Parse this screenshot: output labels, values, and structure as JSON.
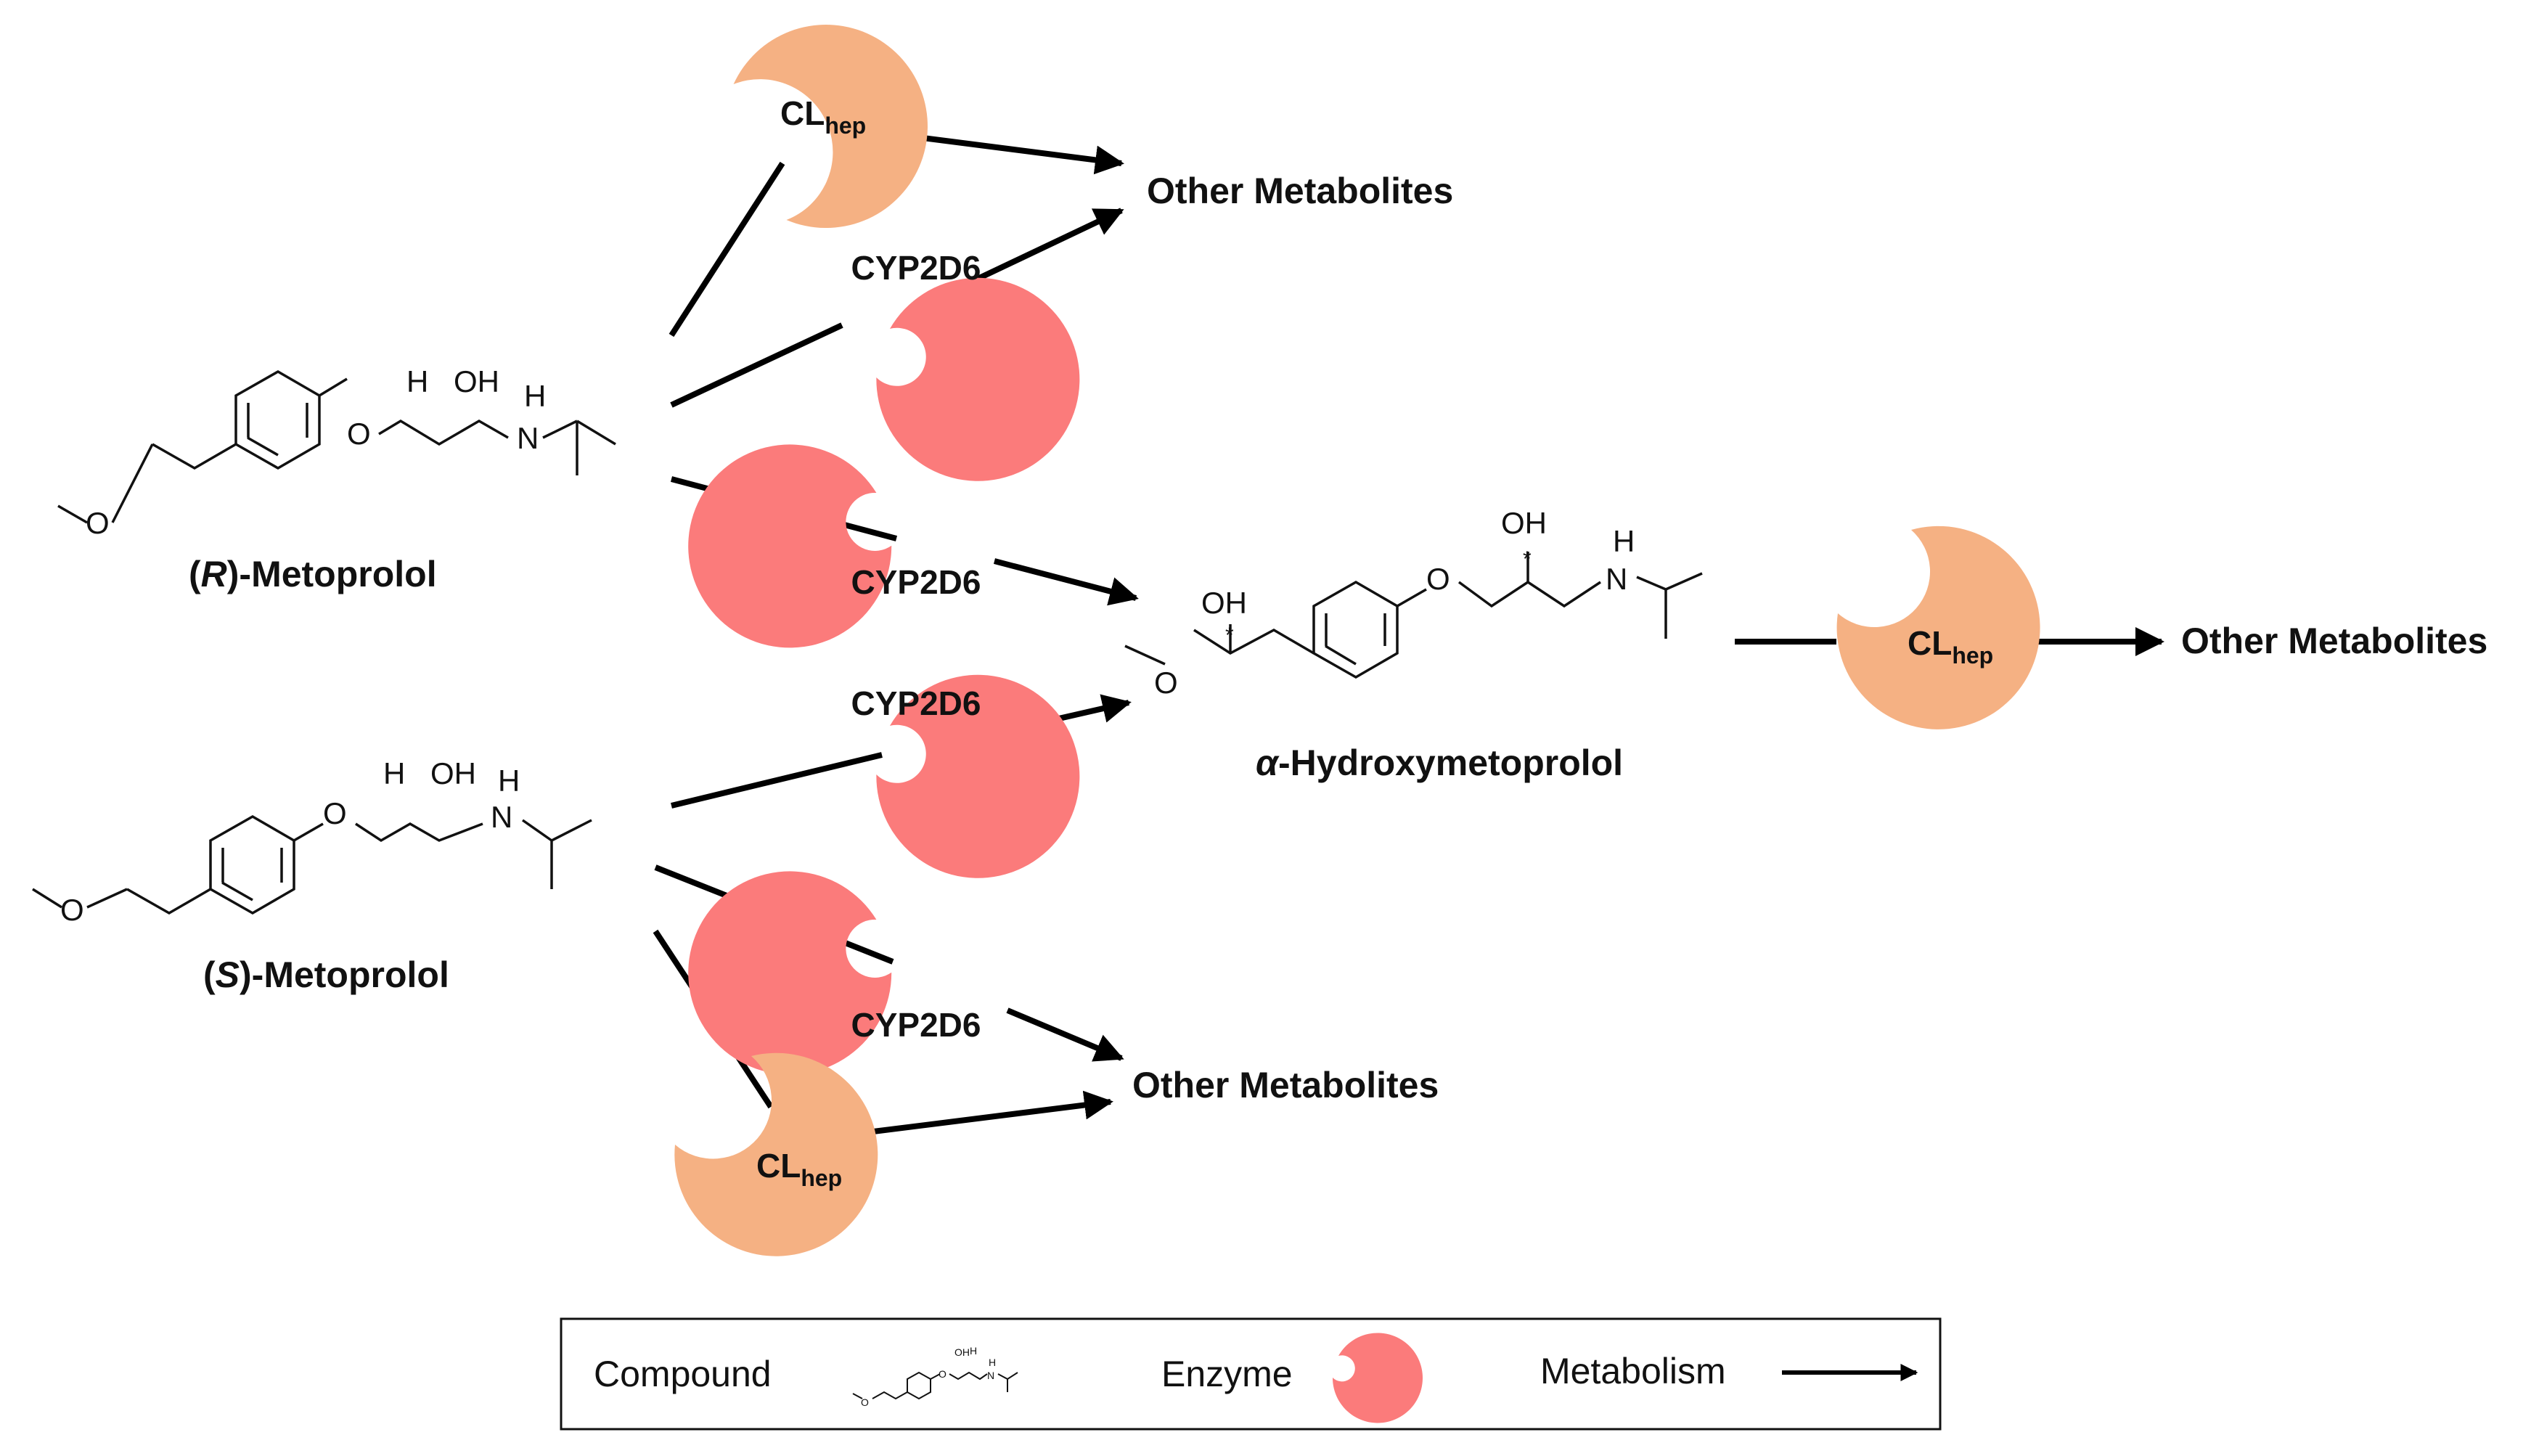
{
  "compounds": {
    "r_metoprolol": {
      "label": "(R)-Metoprolol",
      "prefix": "(",
      "italic": "R",
      "suffix": ")-Metoprolol"
    },
    "s_metoprolol": {
      "label": "(S)-Metoprolol",
      "prefix": "(",
      "italic": "S",
      "suffix": ")-Metoprolol"
    },
    "alpha_hydroxy": {
      "label": "α-Hydroxymetoprolol",
      "italic": "α",
      "suffix": "-Hydroxymetoprolol"
    }
  },
  "enzymes": {
    "cyp2d6": "CYP2D6",
    "clhep_main": "CL",
    "clhep_sub": "hep"
  },
  "products": {
    "other_metabolites": "Other Metabolites"
  },
  "atoms": {
    "O": "O",
    "OH": "OH",
    "H": "H",
    "N": "N",
    "star": "*"
  },
  "legend": {
    "compound": "Compound",
    "enzyme": "Enzyme",
    "metabolism": "Metabolism"
  },
  "colors": {
    "cyp2d6": "#fb7b7b",
    "clhep": "#f5b183",
    "arrow": "#000000",
    "text": "#111111"
  }
}
